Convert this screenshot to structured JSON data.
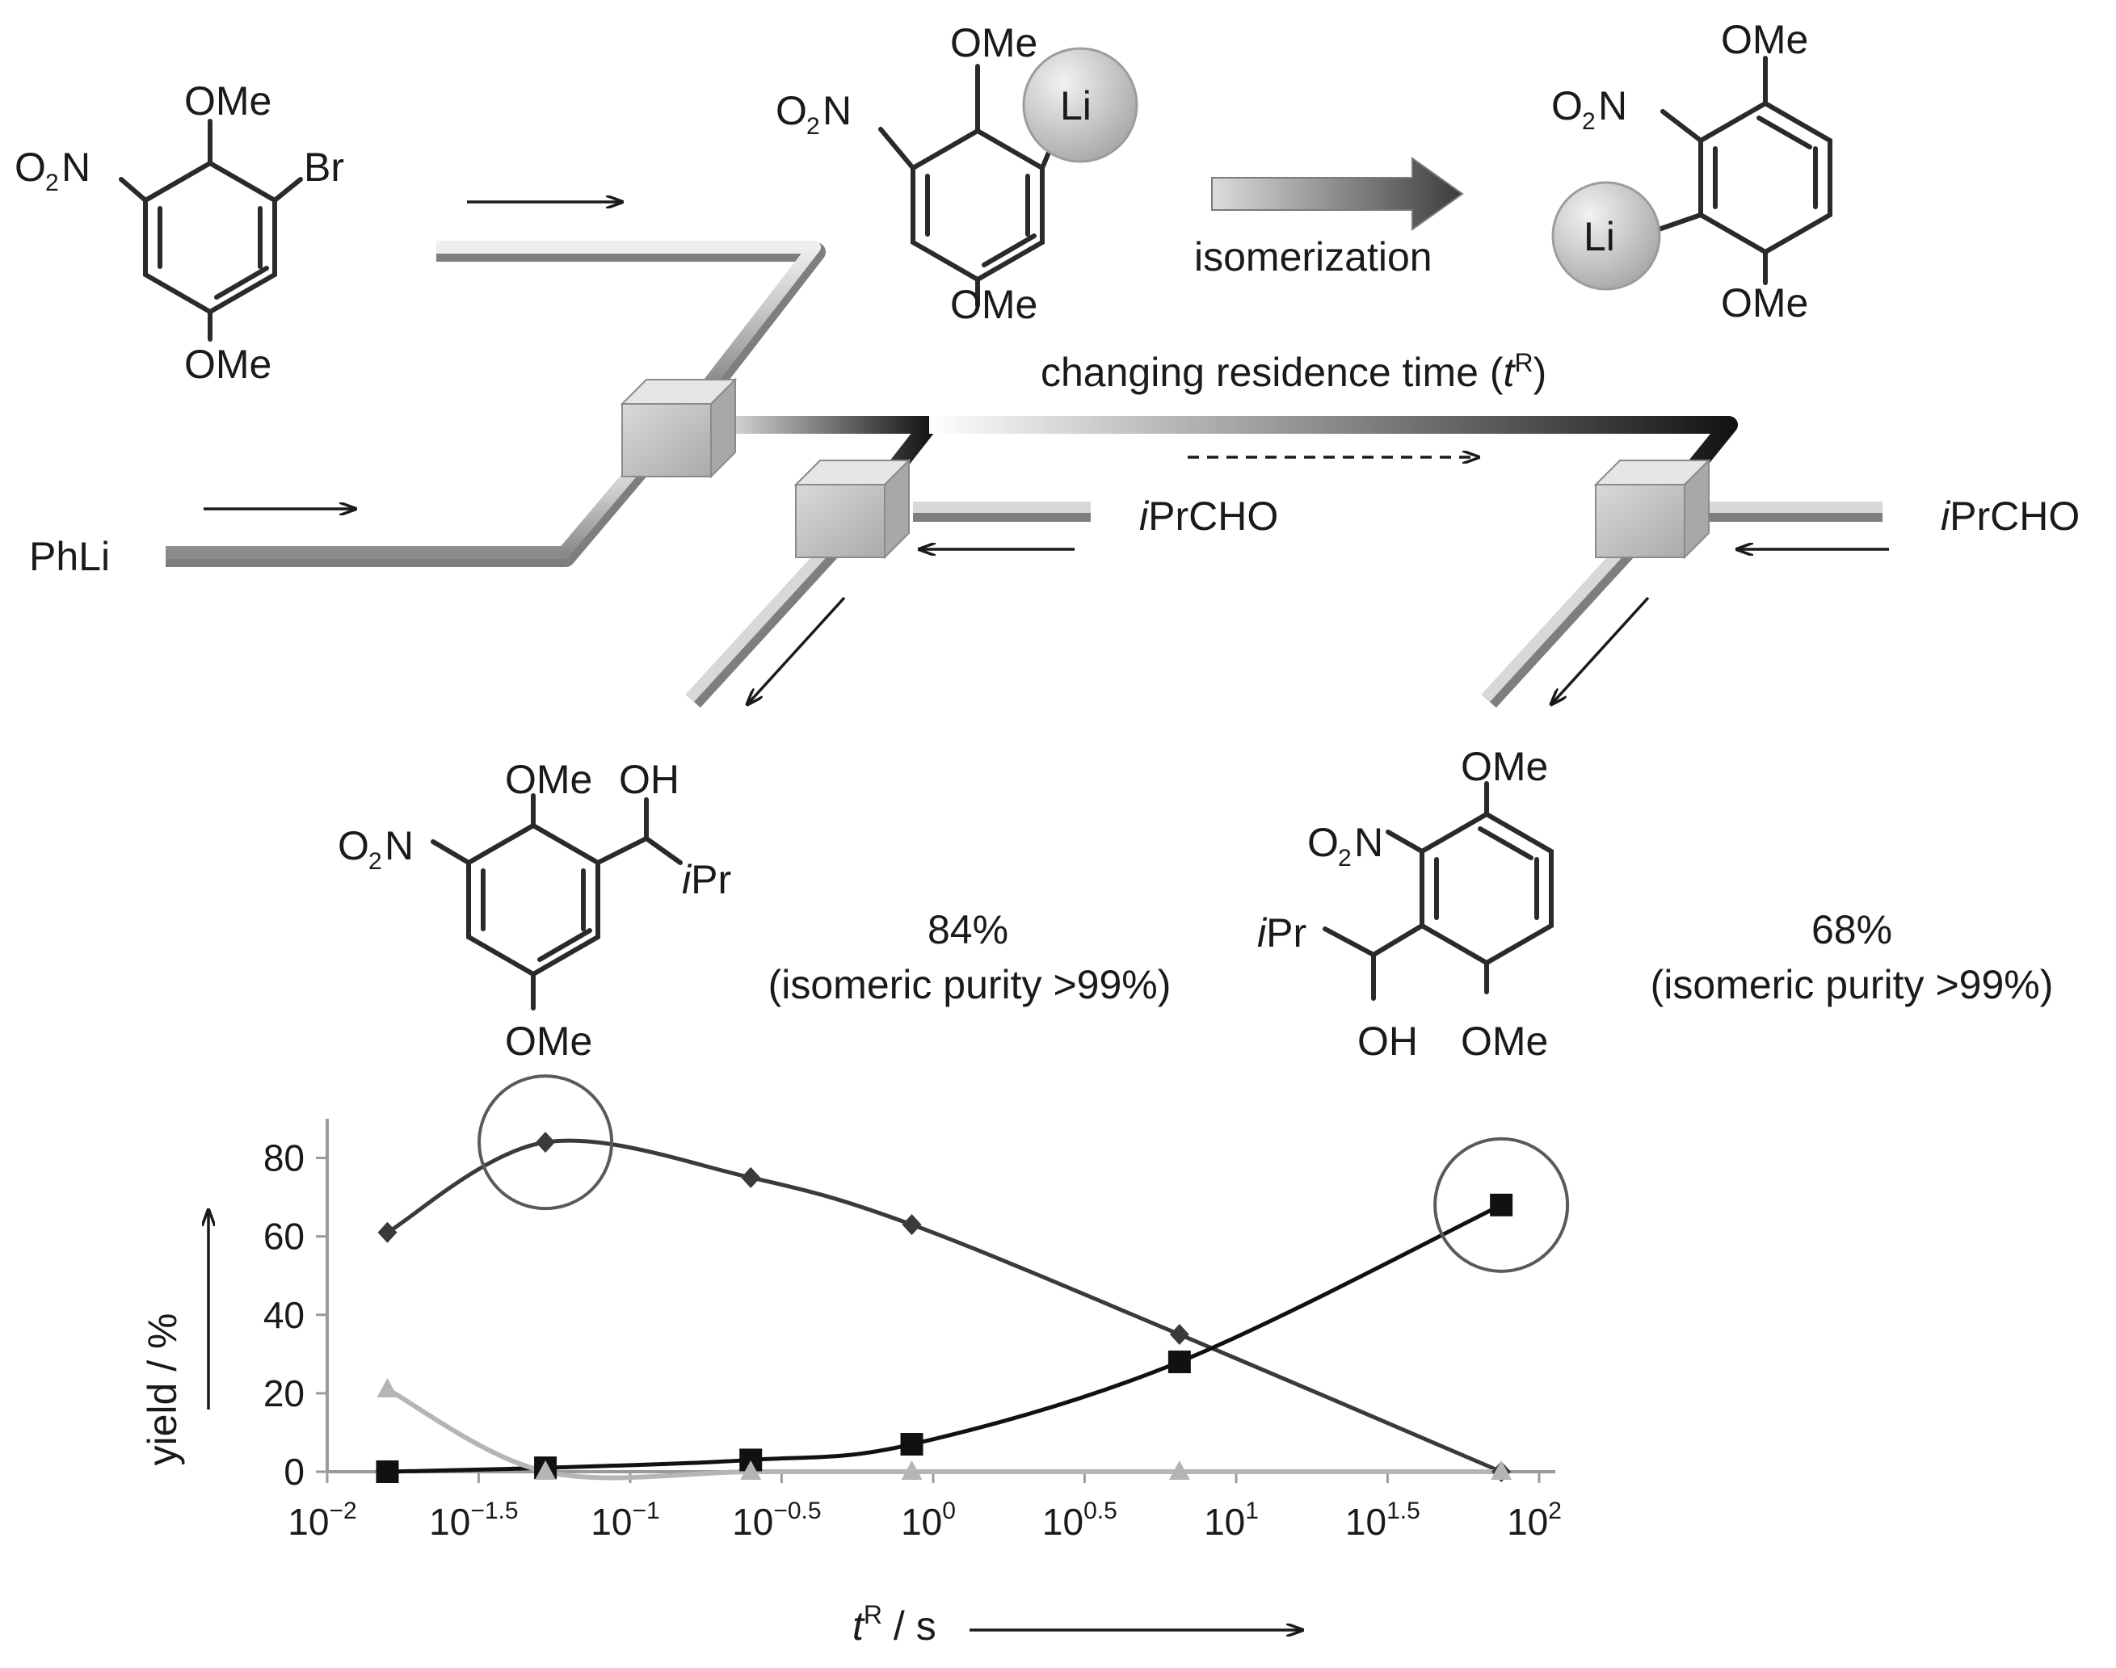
{
  "labels": {
    "isomerization": "isomerization",
    "changing_residence_time": "changing residence time (",
    "t": "t",
    "R": "R",
    "close_paren": ")",
    "phli": "PhLi",
    "iprcho_i": "i",
    "iprcho_rest": "PrCHO"
  },
  "molecules": {
    "ome": "OMe",
    "o": "O",
    "two": "2",
    "n": "N",
    "br": "Br",
    "li": "Li",
    "oh": "OH",
    "ipr_i": "i",
    "ipr_rest": "Pr"
  },
  "results": {
    "left_yield": "84%",
    "left_purity": "(isomeric purity >99%)",
    "right_yield": "68%",
    "right_purity": "(isomeric purity >99%)"
  },
  "chart_data": {
    "type": "line",
    "x_scale": "log",
    "xlim": [
      0.01,
      100
    ],
    "ylim": [
      0,
      90
    ],
    "ylabel": "yield / %",
    "xlabel_t": "t",
    "xlabel_sup": "R",
    "xlabel_rest": " / s",
    "y_ticks": [
      0,
      20,
      40,
      60,
      80
    ],
    "x_ticks": [
      {
        "base": "10",
        "exp": "−2",
        "value": 0.01
      },
      {
        "base": "10",
        "exp": "−1.5",
        "value": 0.0316
      },
      {
        "base": "10",
        "exp": "−1",
        "value": 0.1
      },
      {
        "base": "10",
        "exp": "−0.5",
        "value": 0.316
      },
      {
        "base": "10",
        "exp": "0",
        "value": 1
      },
      {
        "base": "10",
        "exp": "0.5",
        "value": 3.16
      },
      {
        "base": "10",
        "exp": "1",
        "value": 10
      },
      {
        "base": "10",
        "exp": "1.5",
        "value": 31.6
      },
      {
        "base": "10",
        "exp": "2",
        "value": 100
      }
    ],
    "series": [
      {
        "marker": "diamond",
        "color": "#3a3a3a",
        "x": [
          0.0158,
          0.0525,
          0.25,
          0.85,
          6.5,
          75
        ],
        "y": [
          61,
          84,
          75,
          63,
          35,
          0
        ]
      },
      {
        "marker": "square",
        "color": "#111111",
        "x": [
          0.0158,
          0.0525,
          0.25,
          0.85,
          6.5,
          75
        ],
        "y": [
          0,
          1,
          3,
          7,
          28,
          68
        ]
      },
      {
        "marker": "triangle",
        "color": "#b5b5b5",
        "x": [
          0.0158,
          0.0525,
          0.25,
          0.85,
          6.5,
          75
        ],
        "y": [
          21,
          0,
          0,
          0,
          0,
          0
        ]
      }
    ],
    "highlighted_x": [
      0.0525,
      75
    ]
  },
  "colors": {
    "tube": "#c8c8c8",
    "gradient_dark": "#141414",
    "li_ball": "#c9c9c9",
    "big_arrow_dark": "#4a4a4a"
  }
}
